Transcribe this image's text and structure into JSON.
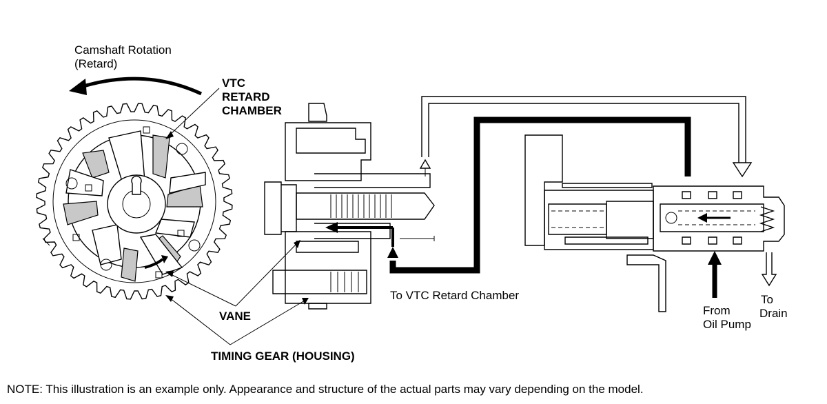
{
  "labels": {
    "camshaft_rotation_line1": "Camshaft Rotation",
    "camshaft_rotation_line2": "(Retard)",
    "vtc_retard_line1": "VTC",
    "vtc_retard_line2": "RETARD",
    "vtc_retard_line3": "CHAMBER",
    "vane": "VANE",
    "timing_gear": "TIMING GEAR (HOUSING)",
    "to_vtc_retard_chamber": "To VTC Retard Chamber",
    "from_oil_pump_line1": "From",
    "from_oil_pump_line2": "Oil Pump",
    "to_drain_line1": "To",
    "to_drain_line2": "Drain"
  },
  "note": "NOTE: This illustration is an example only. Appearance and structure of the actual parts may vary depending on the model.",
  "colors": {
    "line": "#000000",
    "chamber_fill": "#c8c8c8",
    "background": "#ffffff"
  }
}
